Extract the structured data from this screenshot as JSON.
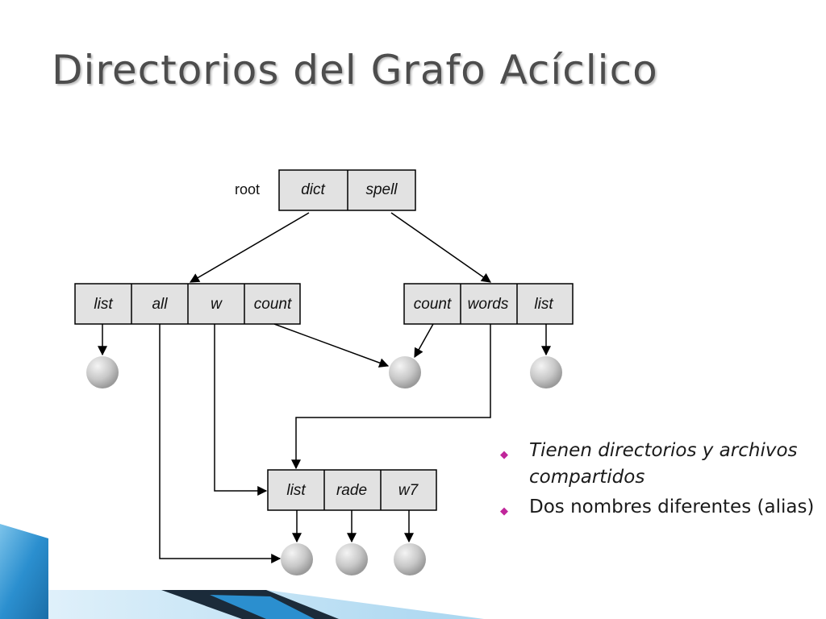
{
  "title": "Directorios del Grafo Acíclico",
  "diagram": {
    "root_label": "root",
    "root_dir": [
      "dict",
      "spell"
    ],
    "left_dir": [
      "list",
      "all",
      "w",
      "count"
    ],
    "right_dir": [
      "count",
      "words",
      "list"
    ],
    "bottom_dir": [
      "list",
      "rade",
      "w7"
    ]
  },
  "bullets": [
    {
      "text": "Tienen directorios y archivos compartidos",
      "italic": true
    },
    {
      "text": "Dos nombres diferentes (alias)",
      "italic": false
    }
  ],
  "colors": {
    "title": "#4d4d4d",
    "cell_fill": "#e2e2e2",
    "bullet": "#c0269a",
    "accent_blue": "#2b8fcf"
  },
  "icons": {
    "bullet": "diamond-bullet-icon"
  }
}
